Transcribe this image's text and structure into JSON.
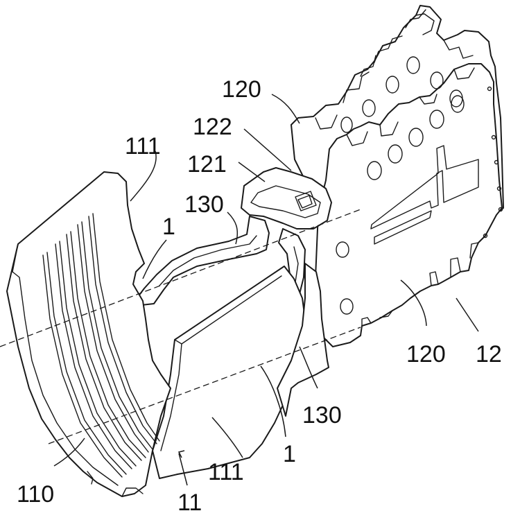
{
  "labels": {
    "l120a": "120",
    "l122": "122",
    "l111a": "111",
    "l121": "121",
    "l130a": "130",
    "l1a": "1",
    "l120b": "120",
    "l12": "12",
    "l130b": "130",
    "l1b": "1",
    "l111b": "111",
    "l110": "110",
    "l11": "11"
  }
}
